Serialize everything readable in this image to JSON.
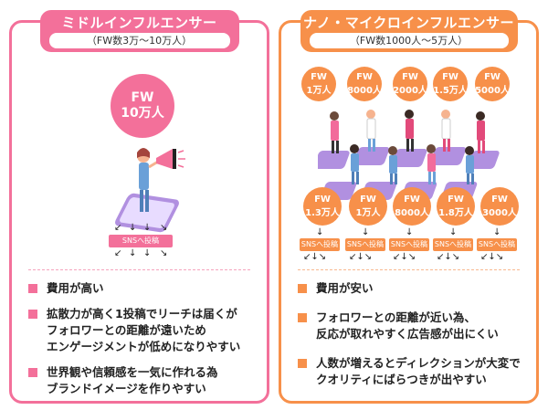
{
  "left": {
    "title": "ミドルインフルエンサー",
    "subtitle": "（FW数3万〜10万人）",
    "bubble": {
      "line1": "FW",
      "line2": "10万人"
    },
    "post_label": "SNSへ投稿",
    "bullets": [
      {
        "lines": [
          "費用が高い"
        ]
      },
      {
        "lines": [
          "拡散力が高く1投稿でリーチは届くが",
          "フォロワーとの距離が遠いため",
          "エンゲージメントが低めになりやすい"
        ]
      },
      {
        "lines": [
          "世界観や信頼感を一気に作れる為",
          "ブランドイメージを作りやすい"
        ]
      }
    ],
    "accent_color": "#f3709a"
  },
  "right": {
    "title": "ナノ・マイクロインフルエンサー",
    "subtitle": "（FW数1000人〜5万人）",
    "top_bubbles": [
      {
        "line1": "FW",
        "line2": "1万人"
      },
      {
        "line1": "FW",
        "line2": "8000人"
      },
      {
        "line1": "FW",
        "line2": "2000人"
      },
      {
        "line1": "FW",
        "line2": "1.5万人"
      },
      {
        "line1": "FW",
        "line2": "5000人"
      }
    ],
    "bottom_bubbles": [
      {
        "line1": "FW",
        "line2": "1.3万人"
      },
      {
        "line1": "FW",
        "line2": "1万人"
      },
      {
        "line1": "FW",
        "line2": "8000人"
      },
      {
        "line1": "FW",
        "line2": "1.8万人"
      },
      {
        "line1": "FW",
        "line2": "3000人"
      }
    ],
    "post_labels": [
      "SNSへ投稿",
      "SNSへ投稿",
      "SNSへ投稿",
      "SNSへ投稿",
      "SNSへ投稿"
    ],
    "bullets": [
      {
        "lines": [
          "費用が安い"
        ]
      },
      {
        "lines": [
          "フォロワーとの距離が近い為、",
          "反応が取れやすく広告感が出にくい"
        ]
      },
      {
        "lines": [
          "人数が増えるとディレクションが大変で",
          "クオリティにばらつきが出やすい"
        ]
      }
    ],
    "accent_color": "#f7904a"
  }
}
